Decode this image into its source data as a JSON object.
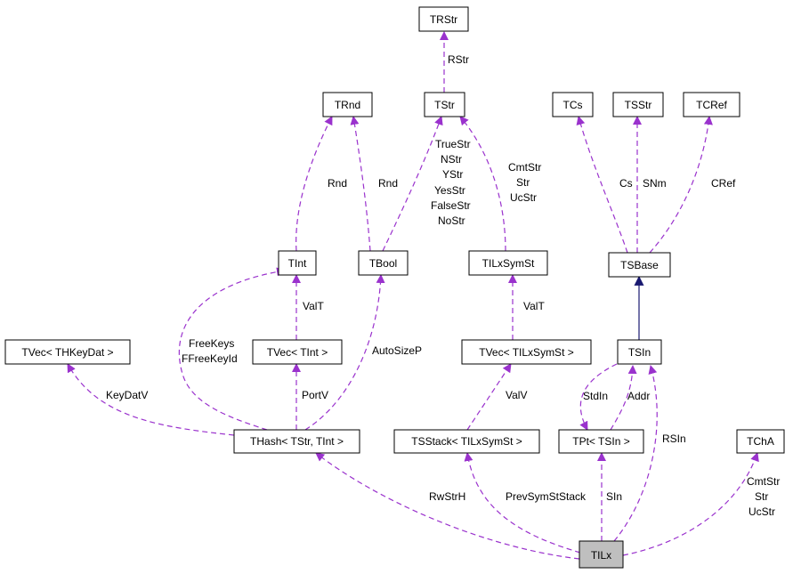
{
  "colors": {
    "usage": "#9a32cd",
    "inheritance": "#191970",
    "focus_fill": "#bfbfbf"
  },
  "nodes": {
    "trstr": "TRStr",
    "tstr": "TStr",
    "trnd": "TRnd",
    "tcs": "TCs",
    "tsstr": "TSStr",
    "tcref": "TCRef",
    "tint": "TInt",
    "tbool": "TBool",
    "tilxsymst": "TILxSymSt",
    "tsbase": "TSBase",
    "tvec_thkeydat": "TVec< THKeyDat >",
    "tvec_tint": "TVec< TInt >",
    "tvec_tilxsymst": "TVec< TILxSymSt >",
    "tsin": "TSIn",
    "thash": "THash< TStr, TInt >",
    "tsstack": "TSStack< TILxSymSt >",
    "tpt_tsin": "TPt< TSIn >",
    "tcha": "TChA",
    "tilx": "TILx"
  },
  "edges": {
    "rstr": "RStr",
    "rnd_tint": "Rnd",
    "rnd_tbool": "Rnd",
    "tbool_tstr": [
      "TrueStr",
      "NStr",
      "YStr",
      "YesStr",
      "FalseStr",
      "NoStr"
    ],
    "symst_tstr": [
      "CmtStr",
      "Str",
      "UcStr"
    ],
    "cs": "Cs",
    "snm": "SNm",
    "cref": "CRef",
    "valt_tint": "ValT",
    "valt_symst": "ValT",
    "freekeys": [
      "FreeKeys",
      "FFreeKeyId"
    ],
    "autosizep": "AutoSizeP",
    "keydatv": "KeyDatV",
    "portv": "PortV",
    "valv": "ValV",
    "stdin": "StdIn",
    "addr": "Addr",
    "rsin": "RSIn",
    "rwstrh": "RwStrH",
    "prevsymststack": "PrevSymStStack",
    "sin": "SIn",
    "tcha_labels": [
      "CmtStr",
      "Str",
      "UcStr"
    ]
  }
}
